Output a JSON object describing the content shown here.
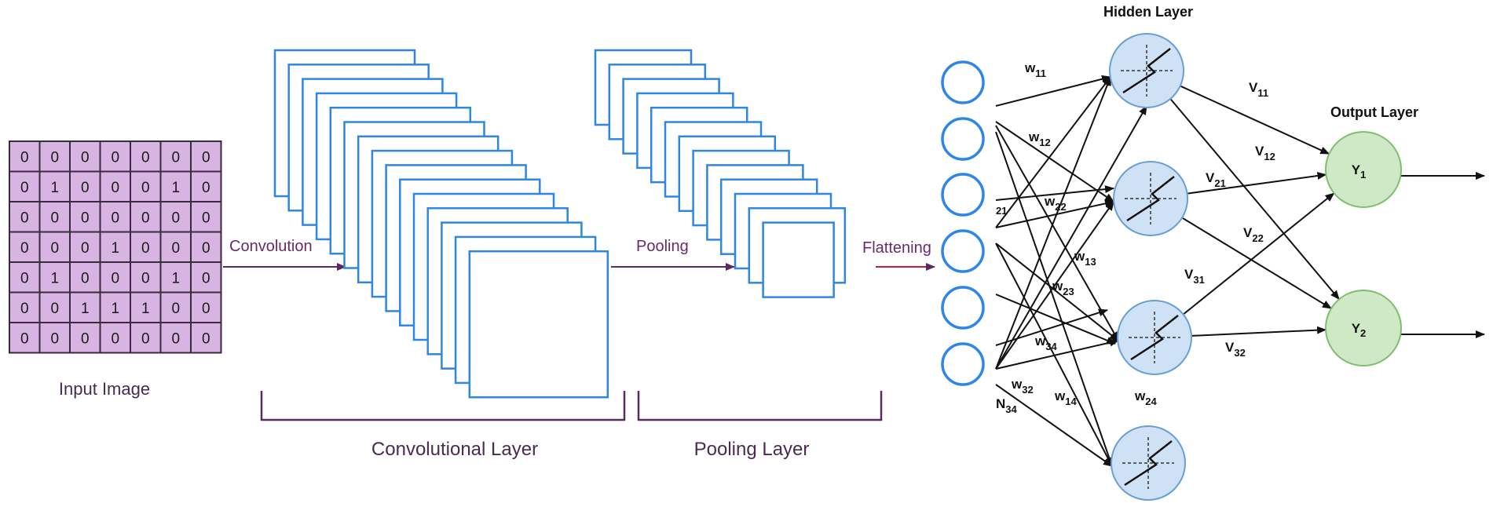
{
  "input_image": {
    "label": "Input Image",
    "matrix": [
      [
        "0",
        "0",
        "0",
        "0",
        "0",
        "0",
        "0"
      ],
      [
        "0",
        "1",
        "0",
        "0",
        "0",
        "1",
        "0"
      ],
      [
        "0",
        "0",
        "0",
        "0",
        "0",
        "0",
        "0"
      ],
      [
        "0",
        "0",
        "0",
        "1",
        "0",
        "0",
        "0"
      ],
      [
        "0",
        "1",
        "0",
        "0",
        "0",
        "1",
        "0"
      ],
      [
        "0",
        "0",
        "1",
        "1",
        "1",
        "0",
        "0"
      ],
      [
        "0",
        "0",
        "0",
        "0",
        "0",
        "0",
        "0"
      ]
    ],
    "cell_color": "#d8b4e2"
  },
  "operations": {
    "convolution": "Convolution",
    "pooling": "Pooling",
    "flattening": "Flattening"
  },
  "layers": {
    "convolutional": "Convolutional Layer",
    "pooling": "Pooling Layer",
    "hidden": "Hidden Layer",
    "output": "Output Layer"
  },
  "neurons": {
    "hidden_count": 4,
    "output": [
      {
        "base": "Y",
        "sub": "1"
      },
      {
        "base": "Y",
        "sub": "2"
      }
    ]
  },
  "weights": {
    "w11": {
      "base": "w",
      "sub": "11"
    },
    "w12": {
      "base": "w",
      "sub": "12"
    },
    "w21": {
      "base": "",
      "sub": "21"
    },
    "w22": {
      "base": "w",
      "sub": "22"
    },
    "w13": {
      "base": "w",
      "sub": "13"
    },
    "w23": {
      "base": "w",
      "sub": "23"
    },
    "w34": {
      "base": "w",
      "sub": "34"
    },
    "w32": {
      "base": "w",
      "sub": "32"
    },
    "n34": {
      "base": "N",
      "sub": "34"
    },
    "w14": {
      "base": "w",
      "sub": "14"
    },
    "w24": {
      "base": "w",
      "sub": "24"
    },
    "v11": {
      "base": "V",
      "sub": "11"
    },
    "v12": {
      "base": "V",
      "sub": "12"
    },
    "v21": {
      "base": "V",
      "sub": "21"
    },
    "v22": {
      "base": "V",
      "sub": "22"
    },
    "v31": {
      "base": "V",
      "sub": "31"
    },
    "v32": {
      "base": "V",
      "sub": "32"
    }
  },
  "colors": {
    "feature_map_border": "#2f86e6",
    "purple": "#5a2a62",
    "hidden_fill": "#cfe1f5",
    "hidden_stroke": "#6a9fd4",
    "output_fill": "#cfe8c5",
    "output_stroke": "#7cbf6c",
    "input_node_stroke": "#2f86e6"
  }
}
